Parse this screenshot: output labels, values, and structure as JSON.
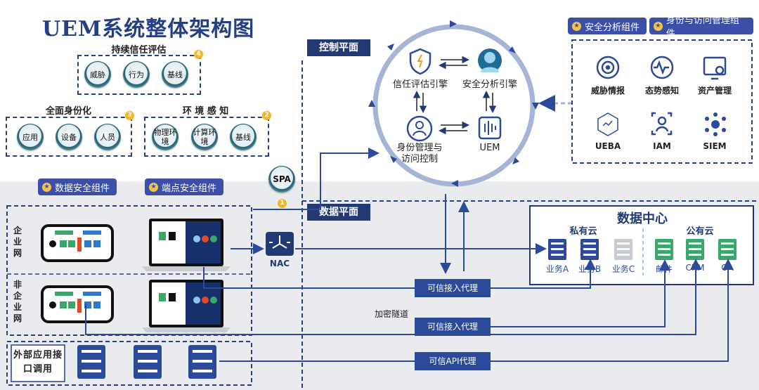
{
  "title": "UEM系统整体架构图",
  "trust_groups": {
    "continuous": {
      "label": "持续信任评估",
      "badge": "4",
      "items": [
        "威胁",
        "行为",
        "基线"
      ]
    },
    "identity": {
      "label": "全面身份化",
      "badge": "3",
      "items": [
        "应用",
        "设备",
        "人员"
      ]
    },
    "env": {
      "label": "环 境 感 知",
      "badge": "2",
      "items": [
        "物理环境",
        "计算环境",
        "基线"
      ]
    }
  },
  "spa": {
    "label": "SPA",
    "badge": "1"
  },
  "components": {
    "data_security": "数据安全组件",
    "endpoint_security": "端点安全组件",
    "security_analysis": "安全分析组件",
    "identity_access": "身份与访问管理组件"
  },
  "planes": {
    "control": "控制平面",
    "data": "数据平面"
  },
  "engines": {
    "trust": "信任评估引擎",
    "analysis": "安全分析引擎",
    "identity": "身份管理与访问控制",
    "uem": "UEM"
  },
  "analysis_tools": [
    "威胁情报",
    "态势感知",
    "资产管理",
    "UEBA",
    "IAM",
    "SIEM"
  ],
  "networks": {
    "enterprise": "企业网",
    "non_enterprise": "非企业网",
    "external": "外部应用接口调用"
  },
  "nac": "NAC",
  "proxies": {
    "access1": "可信接入代理",
    "access2": "可信接入代理",
    "api": "可信API代理"
  },
  "tunnel": "加密隧道",
  "datacenter": {
    "title": "数据中心",
    "private": "私有云",
    "public": "公有云",
    "private_services": [
      "业务A",
      "业务B",
      "业务C"
    ],
    "public_services": [
      "邮件",
      "CRM",
      "OA"
    ]
  },
  "colors": {
    "navy": "#213a74",
    "accent": "#3c4fa8",
    "badge": "#f3b52a",
    "server_green": "#3aa86a"
  }
}
